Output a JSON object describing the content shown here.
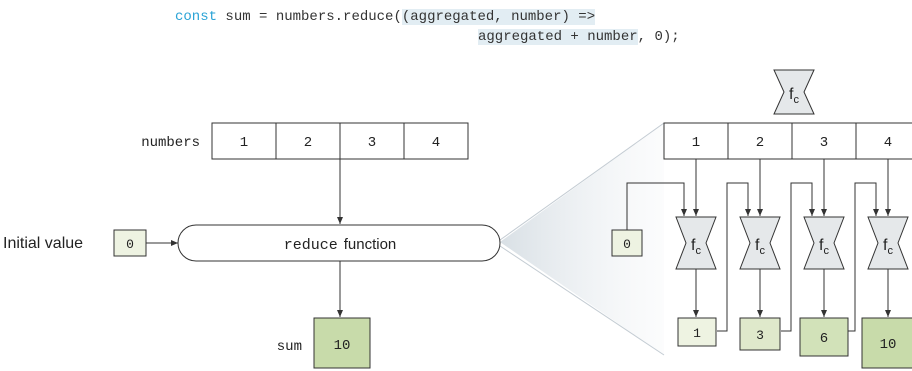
{
  "code": {
    "keyword": "const",
    "line1_pre": " sum = numbers.reduce(",
    "line1_hl": "(aggregated, number) =>",
    "line2_hl": "aggregated + number",
    "line2_post": ", 0);"
  },
  "left": {
    "array_label": "numbers",
    "array_values": [
      "1",
      "2",
      "3",
      "4"
    ],
    "initial_value_label": "Initial value",
    "initial_value": "0",
    "reduce_keyword": "reduce",
    "reduce_word": "function",
    "sum_label": "sum",
    "sum_value": "10"
  },
  "right": {
    "function_symbol": "f",
    "function_subscript": "c",
    "array_values": [
      "1",
      "2",
      "3",
      "4"
    ],
    "initial_value": "0",
    "results": [
      "1",
      "3",
      "6",
      "10"
    ]
  },
  "colors": {
    "box_light_green": "#eef3e2",
    "box_mid_green": "#dfe9cb",
    "box_dark_green": "#c8dbaa",
    "funnel_fill": "#e5e8ea",
    "code_highlight": "#e2edf3",
    "keyword": "#2aa3d6"
  }
}
